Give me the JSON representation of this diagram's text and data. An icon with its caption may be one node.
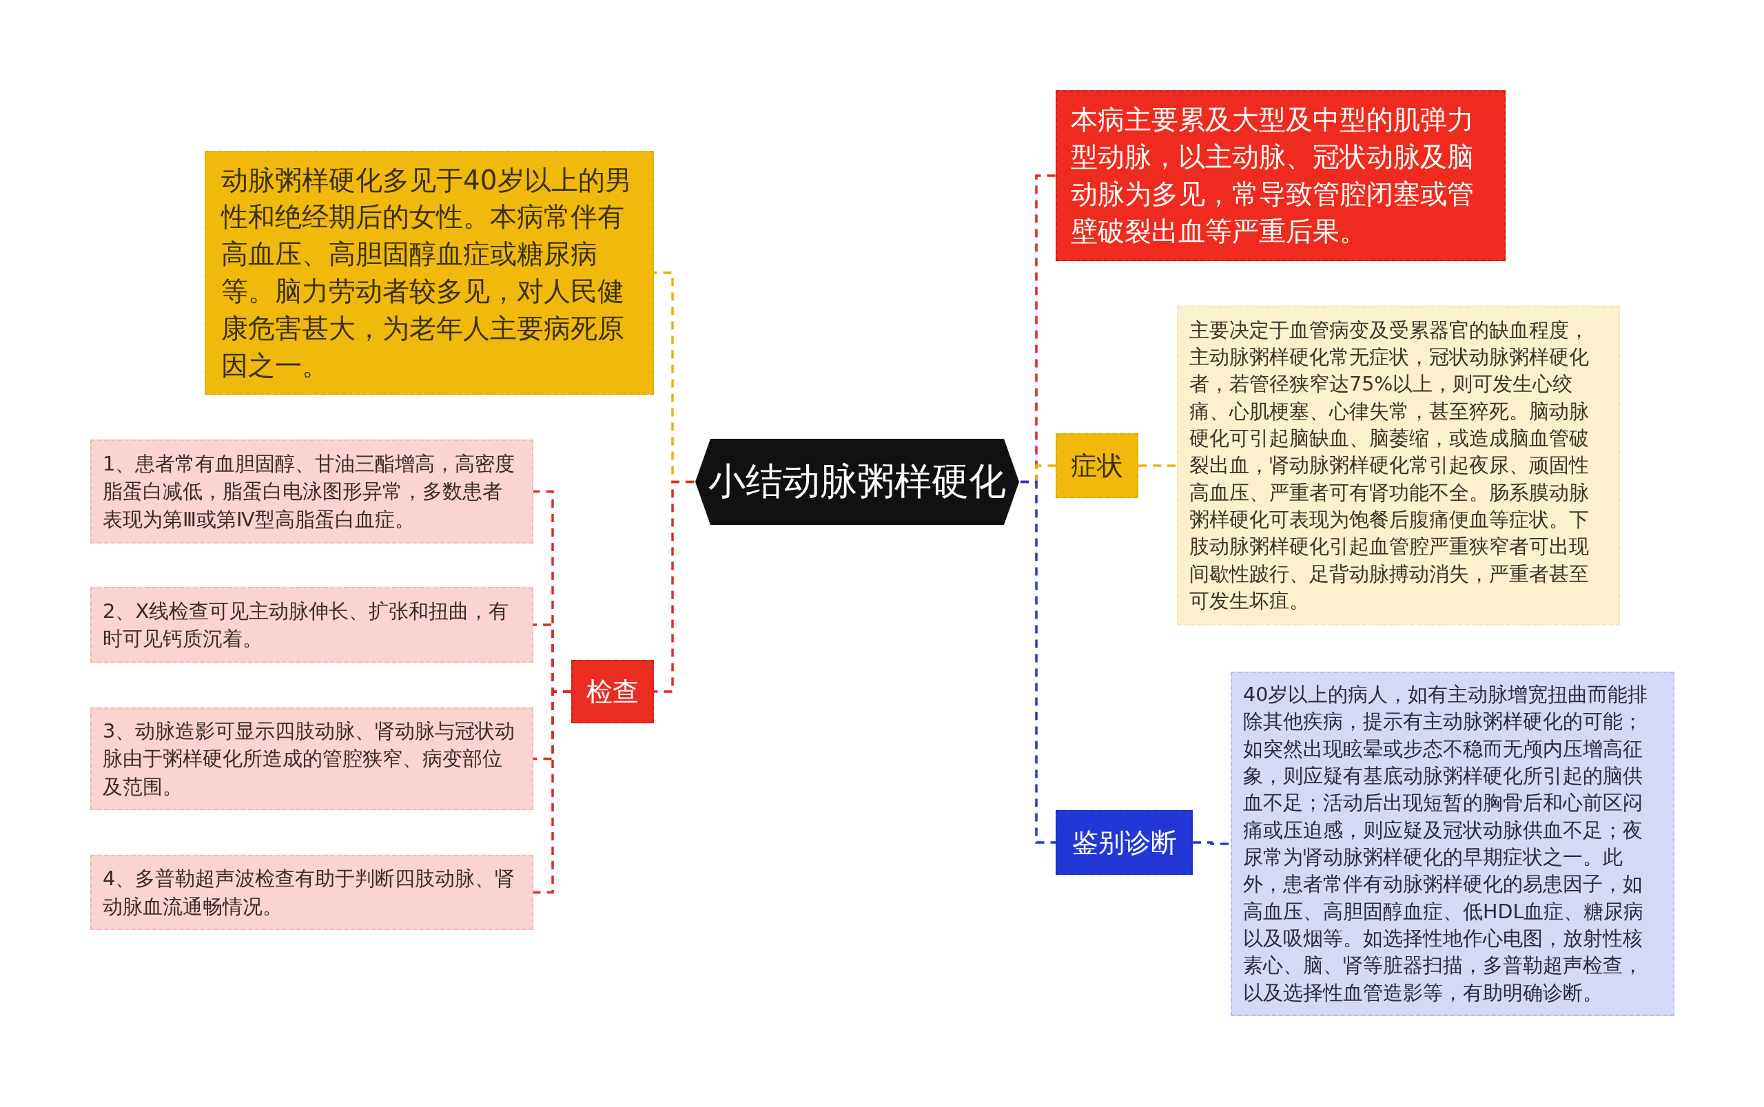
{
  "diagram": {
    "nodes": [
      {
        "text": [
          "小结动脉粥样硬化"
        ]
      },
      {
        "text": [
          "动脉粥样硬化多见于40岁以上的男性和绝经期后的女性。本病常伴有高血压、高胆固醇血症或糖尿病等。脑力劳动者较多见，对人民健康危害甚大，为老年人主要病死原因之一。"
        ]
      },
      {
        "text": [
          "检查"
        ]
      },
      {
        "text": [
          "1、患者常有血胆固醇、甘油三酯增高，高密度脂蛋白减低，脂蛋白电泳图形异常，多数患者表现为第Ⅲ或第Ⅳ型高脂蛋白血症。"
        ]
      },
      {
        "text": [
          "2、X线检查可见主动脉伸长、扩张和扭曲，有时可见钙质沉着。"
        ]
      },
      {
        "text": [
          "3、动脉造影可显示四肢动脉、肾动脉与冠状动脉由于粥样硬化所造成的管腔狭窄、病变部位及范围。"
        ]
      },
      {
        "text": [
          "4、多普勒超声波检查有助于判断四肢动脉、肾动脉血流通畅情况。"
        ]
      },
      {
        "text": [
          "本病主要累及大型及中型的肌弹力型动脉，以主动脉、冠状动脉及脑动脉为多见，常导致管腔闭塞或管壁破裂出血等严重后果。"
        ]
      },
      {
        "text": [
          "症状"
        ]
      },
      {
        "text": [
          "主要决定于血管病变及受累器官的缺血程度，主动脉粥样硬化常无症状，冠状动脉粥样硬化者，若管径狭窄达75%以上，则可发生心绞痛、心肌梗塞、心律失常，甚至猝死。脑动脉硬化可引起脑缺血、脑萎缩，或造成脑血管破裂出血，肾动脉粥样硬化常引起夜尿、顽固性高血压、严重者可有肾功能不全。肠系膜动脉粥样硬化可表现为饱餐后腹痛便血等症状。下肢动脉粥样硬化引起血管腔严重狭窄者可出现间歇性跛行、足背动脉搏动消失，严重者甚至可发生坏疽。"
        ]
      },
      {
        "text": [
          "鉴别诊断"
        ]
      },
      {
        "text": [
          "40岁以上的病人，如有主动脉增宽扭曲而能排除其他疾病，提示有主动脉粥样硬化的可能；如突然出现眩晕或步态不稳而无颅内压增高征象，则应疑有基底动脉粥样硬化所引起的脑供血不足；活动后出现短暂的胸骨后和心前区闷痛或压迫感，则应疑及冠状动脉供血不足；夜尿常为肾动脉粥样硬化的早期症状之一。此外，患者常伴有动脉粥样硬化的易患因子，如高血压、高胆固醇血症、低HDL血症、糖尿病以及吸烟等。如选择性地作心电图，放射性核素心、脑、肾等脏器扫描，多普勒超声检查，以及选择性血管造影等，有助明确诊断。"
        ]
      }
    ],
    "edges": [
      {
        "from": 0,
        "to": 1,
        "arrow": "none",
        "style": "dashed",
        "color": "#e6b40e"
      },
      {
        "from": 0,
        "to": 2,
        "arrow": "none",
        "style": "dashed"
      },
      {
        "from": 2,
        "to": 3,
        "arrow": "none",
        "style": "dashed"
      },
      {
        "from": 2,
        "to": 4,
        "arrow": "none",
        "style": "dashed"
      },
      {
        "from": 2,
        "to": 5,
        "arrow": "none",
        "style": "dashed"
      },
      {
        "from": 2,
        "to": 6,
        "arrow": "none",
        "style": "dashed"
      },
      {
        "from": 0,
        "to": 7,
        "arrow": "none",
        "style": "dashed"
      },
      {
        "from": 0,
        "to": 8,
        "arrow": "none",
        "style": "dashed",
        "color": "#e6b40e"
      },
      {
        "from": 8,
        "to": 9,
        "arrow": "none",
        "style": "dashed",
        "color": "#e6b40e"
      },
      {
        "from": 0,
        "to": 10,
        "arrow": "none",
        "style": "dashed",
        "color": "#2337d6"
      },
      {
        "from": 10,
        "to": 11,
        "arrow": "none",
        "style": "dashed",
        "color": "#2337d6"
      }
    ]
  }
}
